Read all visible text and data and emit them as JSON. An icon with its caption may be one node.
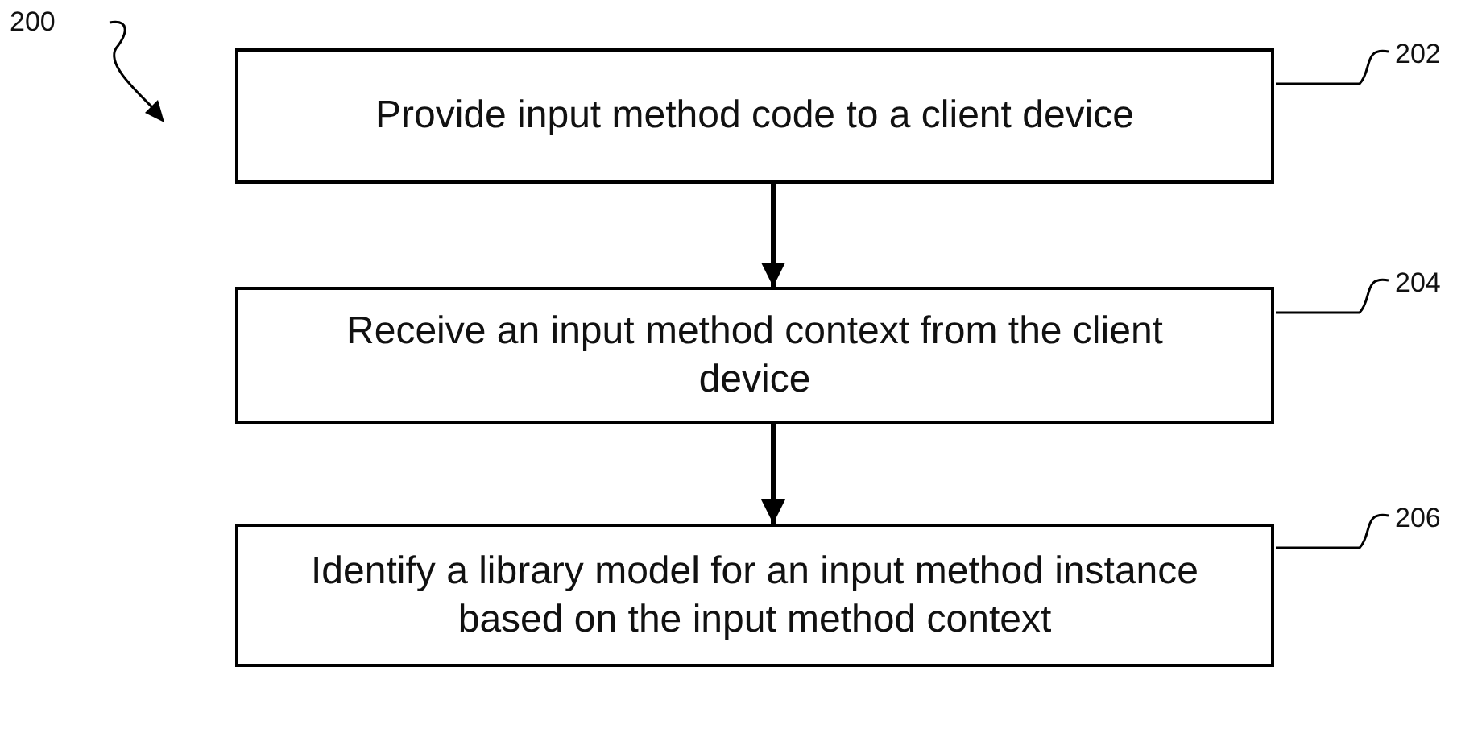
{
  "diagram": {
    "nodes": [
      {
        "text": [
          "Provide input method code to a client device"
        ]
      },
      {
        "text": [
          "Receive an input method context from the client device"
        ]
      },
      {
        "text": [
          "Identify a library model for an input method instance based on the input method context"
        ]
      },
      {
        "text": [
          "202"
        ]
      },
      {
        "text": [
          "204"
        ]
      },
      {
        "text": [
          "206"
        ]
      }
    ],
    "edges": [
      {
        "from": 0,
        "to": 1,
        "arrow": "to",
        "style": "thick"
      },
      {
        "from": 1,
        "to": 2,
        "arrow": "to",
        "style": "thick"
      },
      {
        "from": 3,
        "to": 0,
        "arrow": "none"
      },
      {
        "from": 4,
        "to": 1,
        "arrow": "none"
      },
      {
        "from": 5,
        "to": 2,
        "arrow": "none"
      }
    ],
    "labels": [
      "200"
    ]
  }
}
